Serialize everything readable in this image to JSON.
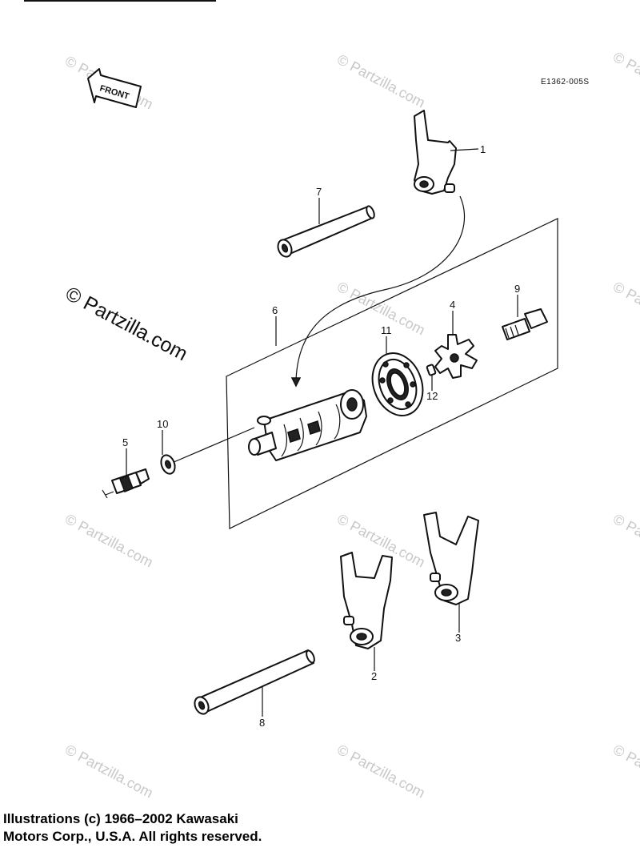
{
  "diagram_code": "E1362-005S",
  "front_label": "FRONT",
  "watermark": {
    "large": "© Partzilla.com",
    "small": "© Partzilla.com"
  },
  "callouts": [
    "1",
    "2",
    "3",
    "4",
    "5",
    "6",
    "7",
    "8",
    "9",
    "10",
    "11",
    "12"
  ],
  "copyright": {
    "line1": "Illustrations (c) 1966–2002 Kawasaki",
    "line2": "Motors Corp., U.S.A.  All rights reserved."
  }
}
